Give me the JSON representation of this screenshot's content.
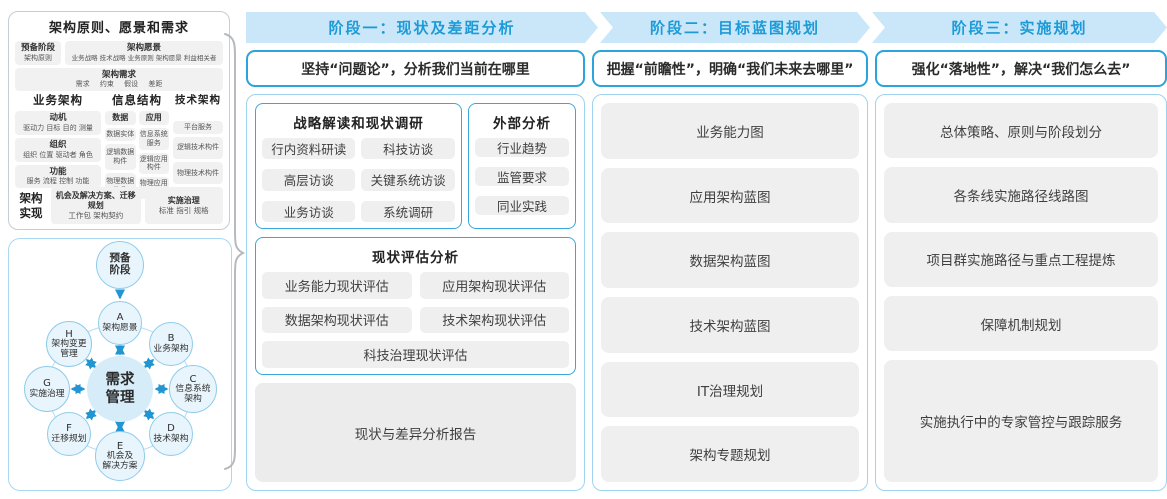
{
  "colors": {
    "accent_blue": "#1e9bd7",
    "band_fill": "#c9e7f8",
    "container_border": "#9ed4ef",
    "box_border": "#2ba3dc",
    "chip_bg": "#efefef",
    "arrow_blue": "#2196d3",
    "brace_gray": "#b6babf",
    "node_fill": "#e9f5fc",
    "node_border": "#8fcceb",
    "center_fill": "#d6ecf9"
  },
  "left_panel": {
    "title": "架构原则、愿景和需求",
    "prep_stage": {
      "title": "预备阶段",
      "sub": "架构原则"
    },
    "vision": {
      "title": "架构愿景",
      "sub": "业务战略 技术战略 业务原则 架构愿景 利益相关者"
    },
    "requirements": {
      "title": "架构需求",
      "sub": "需求 约束 假设 差距"
    },
    "business_arch": {
      "title": "业务架构",
      "items": [
        {
          "title": "动机",
          "sub": "驱动力 目标 目的 测量"
        },
        {
          "title": "组织",
          "sub": "组织 位置 驱动者 角色"
        },
        {
          "title": "功能",
          "sub": "服务 流程 控制 功能"
        }
      ]
    },
    "info_struct": {
      "title": "信息结构",
      "data": {
        "title": "数据",
        "items": [
          "数据实体",
          "逻辑数据构件",
          "物理数据构件"
        ]
      },
      "app": {
        "title": "应用",
        "items": [
          "信息系统服务",
          "逻辑应用构件",
          "物理应用构件"
        ]
      }
    },
    "tech_arch": {
      "title": "技术架构",
      "items": [
        "平台服务",
        "逻辑技术构件",
        "物理技术构件"
      ]
    },
    "realization": {
      "label": "架构实现",
      "opportunity": {
        "title": "机会及解决方案、迁移规划",
        "sub": "工作包 架构契约"
      },
      "governance": {
        "title": "实施治理",
        "sub": "标准 指引 规格"
      }
    }
  },
  "adm": {
    "prep": "预备阶段",
    "center": "需求管理",
    "nodes": [
      {
        "letter": "A",
        "l1": "架构愿景",
        "l2": ""
      },
      {
        "letter": "B",
        "l1": "业务架构",
        "l2": ""
      },
      {
        "letter": "C",
        "l1": "信息系统",
        "l2": "架构"
      },
      {
        "letter": "D",
        "l1": "技术架构",
        "l2": ""
      },
      {
        "letter": "E",
        "l1": "机会及",
        "l2": "解决方案"
      },
      {
        "letter": "F",
        "l1": "迁移规划",
        "l2": ""
      },
      {
        "letter": "G",
        "l1": "实施治理",
        "l2": ""
      },
      {
        "letter": "H",
        "l1": "架构变更",
        "l2": "管理"
      }
    ]
  },
  "phases": [
    {
      "header": "阶段一：现状及差距分析",
      "subtitle": "坚持“问题论”，分析我们当前在哪里",
      "research": {
        "title": "战略解读和现状调研",
        "items": [
          "行内资料研读",
          "科技访谈",
          "高层访谈",
          "关键系统访谈",
          "业务访谈",
          "系统调研"
        ]
      },
      "external": {
        "title": "外部分析",
        "items": [
          "行业趋势",
          "监管要求",
          "同业实践"
        ]
      },
      "assessment": {
        "title": "现状评估分析",
        "items": [
          "业务能力现状评估",
          "应用架构现状评估",
          "数据架构现状评估",
          "技术架构现状评估",
          "科技治理现状评估"
        ]
      },
      "report": "现状与差异分析报告"
    },
    {
      "header": "阶段二：目标蓝图规划",
      "subtitle": "把握“前瞻性”，明确“我们未来去哪里”",
      "items": [
        "业务能力图",
        "应用架构蓝图",
        "数据架构蓝图",
        "技术架构蓝图",
        "IT治理规划",
        "架构专题规划"
      ]
    },
    {
      "header": "阶段三：实施规划",
      "subtitle": "强化“落地性”，解决“我们怎么去”",
      "items": [
        "总体策略、原则与阶段划分",
        "各条线实施路径线路图",
        "项目群实施路径与重点工程提炼",
        "保障机制规划",
        "实施执行中的专家管控与跟踪服务"
      ]
    }
  ]
}
